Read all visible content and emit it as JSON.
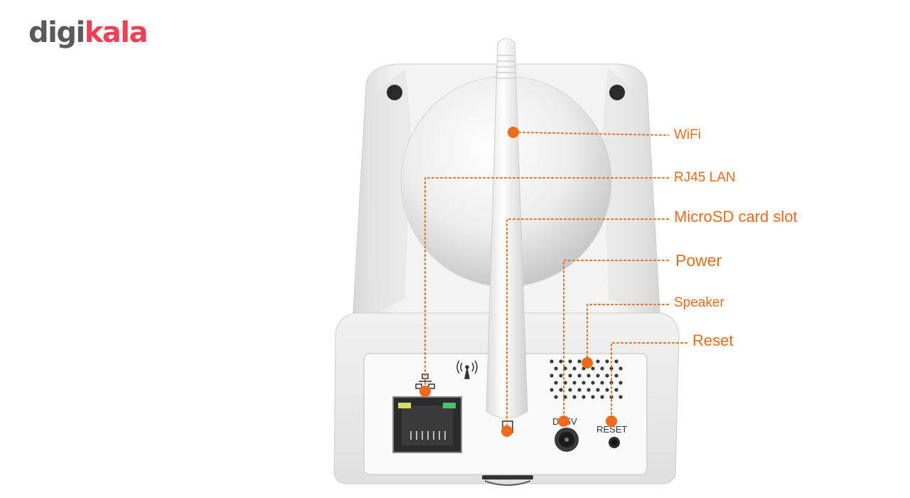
{
  "logo": {
    "part1": "digi",
    "part2": "kala"
  },
  "callouts": {
    "wifi": "WiFi",
    "lan": "RJ45 LAN",
    "sd": "MicroSD card slot",
    "power": "Power",
    "speaker": "Speaker",
    "reset": "Reset"
  },
  "port_labels": {
    "dc": "DC5V",
    "reset": "RESET"
  },
  "colors": {
    "accent": "#ef6b1a",
    "logo_gray": "#5a5a5a",
    "logo_red": "#ef4056"
  }
}
